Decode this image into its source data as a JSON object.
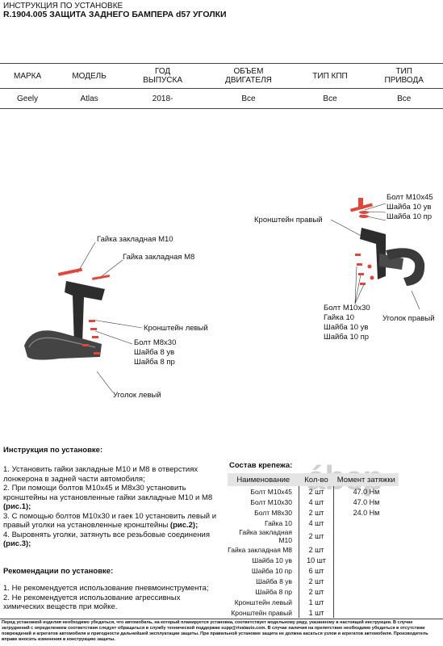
{
  "header": {
    "line1": "ИНСТРУКЦИЯ ПО УСТАНОВКЕ",
    "line2": "R.1904.005 ЗАЩИТА ЗАДНЕГО БАМПЕРА d57 УГОЛКИ"
  },
  "spec": {
    "headers": [
      [
        "МАРКА"
      ],
      [
        "МОДЕЛЬ"
      ],
      [
        "ГОД",
        "ВЫПУСКА"
      ],
      [
        "ОБЪЕМ",
        "ДВИГАТЕЛЯ"
      ],
      [
        "ТИП КПП"
      ],
      [
        "ТИП",
        "ПРИВОДА"
      ]
    ],
    "values": [
      "Geely",
      "Atlas",
      "2018-",
      "Все",
      "Все",
      "Все"
    ]
  },
  "diagram": {
    "right_labels": {
      "bolt_m10x45": "Болт М10х45",
      "washer_10uv_a": "Шайба 10 ув",
      "washer_10pr_a": "Шайба 10 пр",
      "bracket_right": "Кронштейн правый",
      "bolt_m10x30": "Болт М10х30",
      "nut_10": "Гайка 10",
      "washer_10uv_b": "Шайба 10 ув",
      "washer_10pr_b": "Шайба 10 пр",
      "corner_right": "Уголок правый"
    },
    "left_labels": {
      "nut_m10": "Гайка закладная М10",
      "nut_m8": "Гайка закладная М8",
      "bracket_left": "Кронштейн левый",
      "bolt_m8x30": "Болт М8х30",
      "washer_8uv": "Шайба 8 ув",
      "washer_8pr": "Шайба 8 пр",
      "corner_left": "Уголок левый"
    }
  },
  "instructions": {
    "title": "Инструкция по установке:",
    "steps": [
      {
        "num": "1.",
        "text": "Установить гайки закладные М10 и М8 в отверстиях лонжерона в задней части автомобиля;",
        "ref": ""
      },
      {
        "num": "2.",
        "text": "При помощи болтов М10х45 и М8х30 установить кронштейны на установленные гайки закладные М10 и М8",
        "ref": "(рис.1);"
      },
      {
        "num": "3.",
        "text": "С помощью болтов М10х30 и гаек 10 установить левый и правый уголки на установленные кронштейны",
        "ref": "(рис.2);"
      },
      {
        "num": "4.",
        "text": "Выровнять уголки, затянуть все резьбовые соединения",
        "ref": "(рис.3);"
      }
    ],
    "rec_title": "Рекомендации по установке:",
    "recs": [
      {
        "num": "1.",
        "text": "Не рекомендуется использование пневмоинструмента;"
      },
      {
        "num": "2.",
        "text": "Не рекомендуется использование агрессивных химических веществ при мойке."
      }
    ]
  },
  "fasteners": {
    "title": "Состав крепежа:",
    "columns": [
      "Наименование",
      "Кол-во",
      "Момент затяжки"
    ],
    "rows": [
      [
        "Болт М10х45",
        "2 шт",
        "47.0 Нм"
      ],
      [
        "Болт М10х30",
        "4 шт",
        "47.0 Нм"
      ],
      [
        "Болт М8х30",
        "2 шт",
        "24.0 Нм"
      ],
      [
        "Гайка 10",
        "4 шт",
        ""
      ],
      [
        "Гайка закладная М10",
        "2 шт",
        ""
      ],
      [
        "Гайка закладная М8",
        "2 шт",
        ""
      ],
      [
        "Шайба 10 ув",
        "10 шт",
        ""
      ],
      [
        "Шайба 10 пр",
        "6 шт",
        ""
      ],
      [
        "Шайба 8 ув",
        "2 шт",
        ""
      ],
      [
        "Шайба 8 пр",
        "2 шт",
        ""
      ],
      [
        "Кронштейн левый",
        "1 шт",
        ""
      ],
      [
        "Кронштейн правый",
        "1 шт",
        ""
      ]
    ]
  },
  "watermark": "ábep",
  "footer": "Перед установкой изделия необходимо убедиться, что автомобиль, на который планируется установка, соответствует модельному ряду, указанному в настоящей инструкции. В случае затруднений с определением соответствия следует обращаться в службу технической поддержки supp@rivalauto.com. В случае наличия на препятствие необходимо убедиться в отсутствии повреждений и агрегатов автомобиля и пригодности дальнейшей эксплуатации защиты. При правильной установке защита не должна касаться узлов и агрегатов автомобиля. Производитель вправе вносить изменения в конструкцию защиты.",
  "colors": {
    "part_red": "#e0473a",
    "part_dark": "#2d2d2d",
    "header_gray": "#e4e4e4"
  }
}
